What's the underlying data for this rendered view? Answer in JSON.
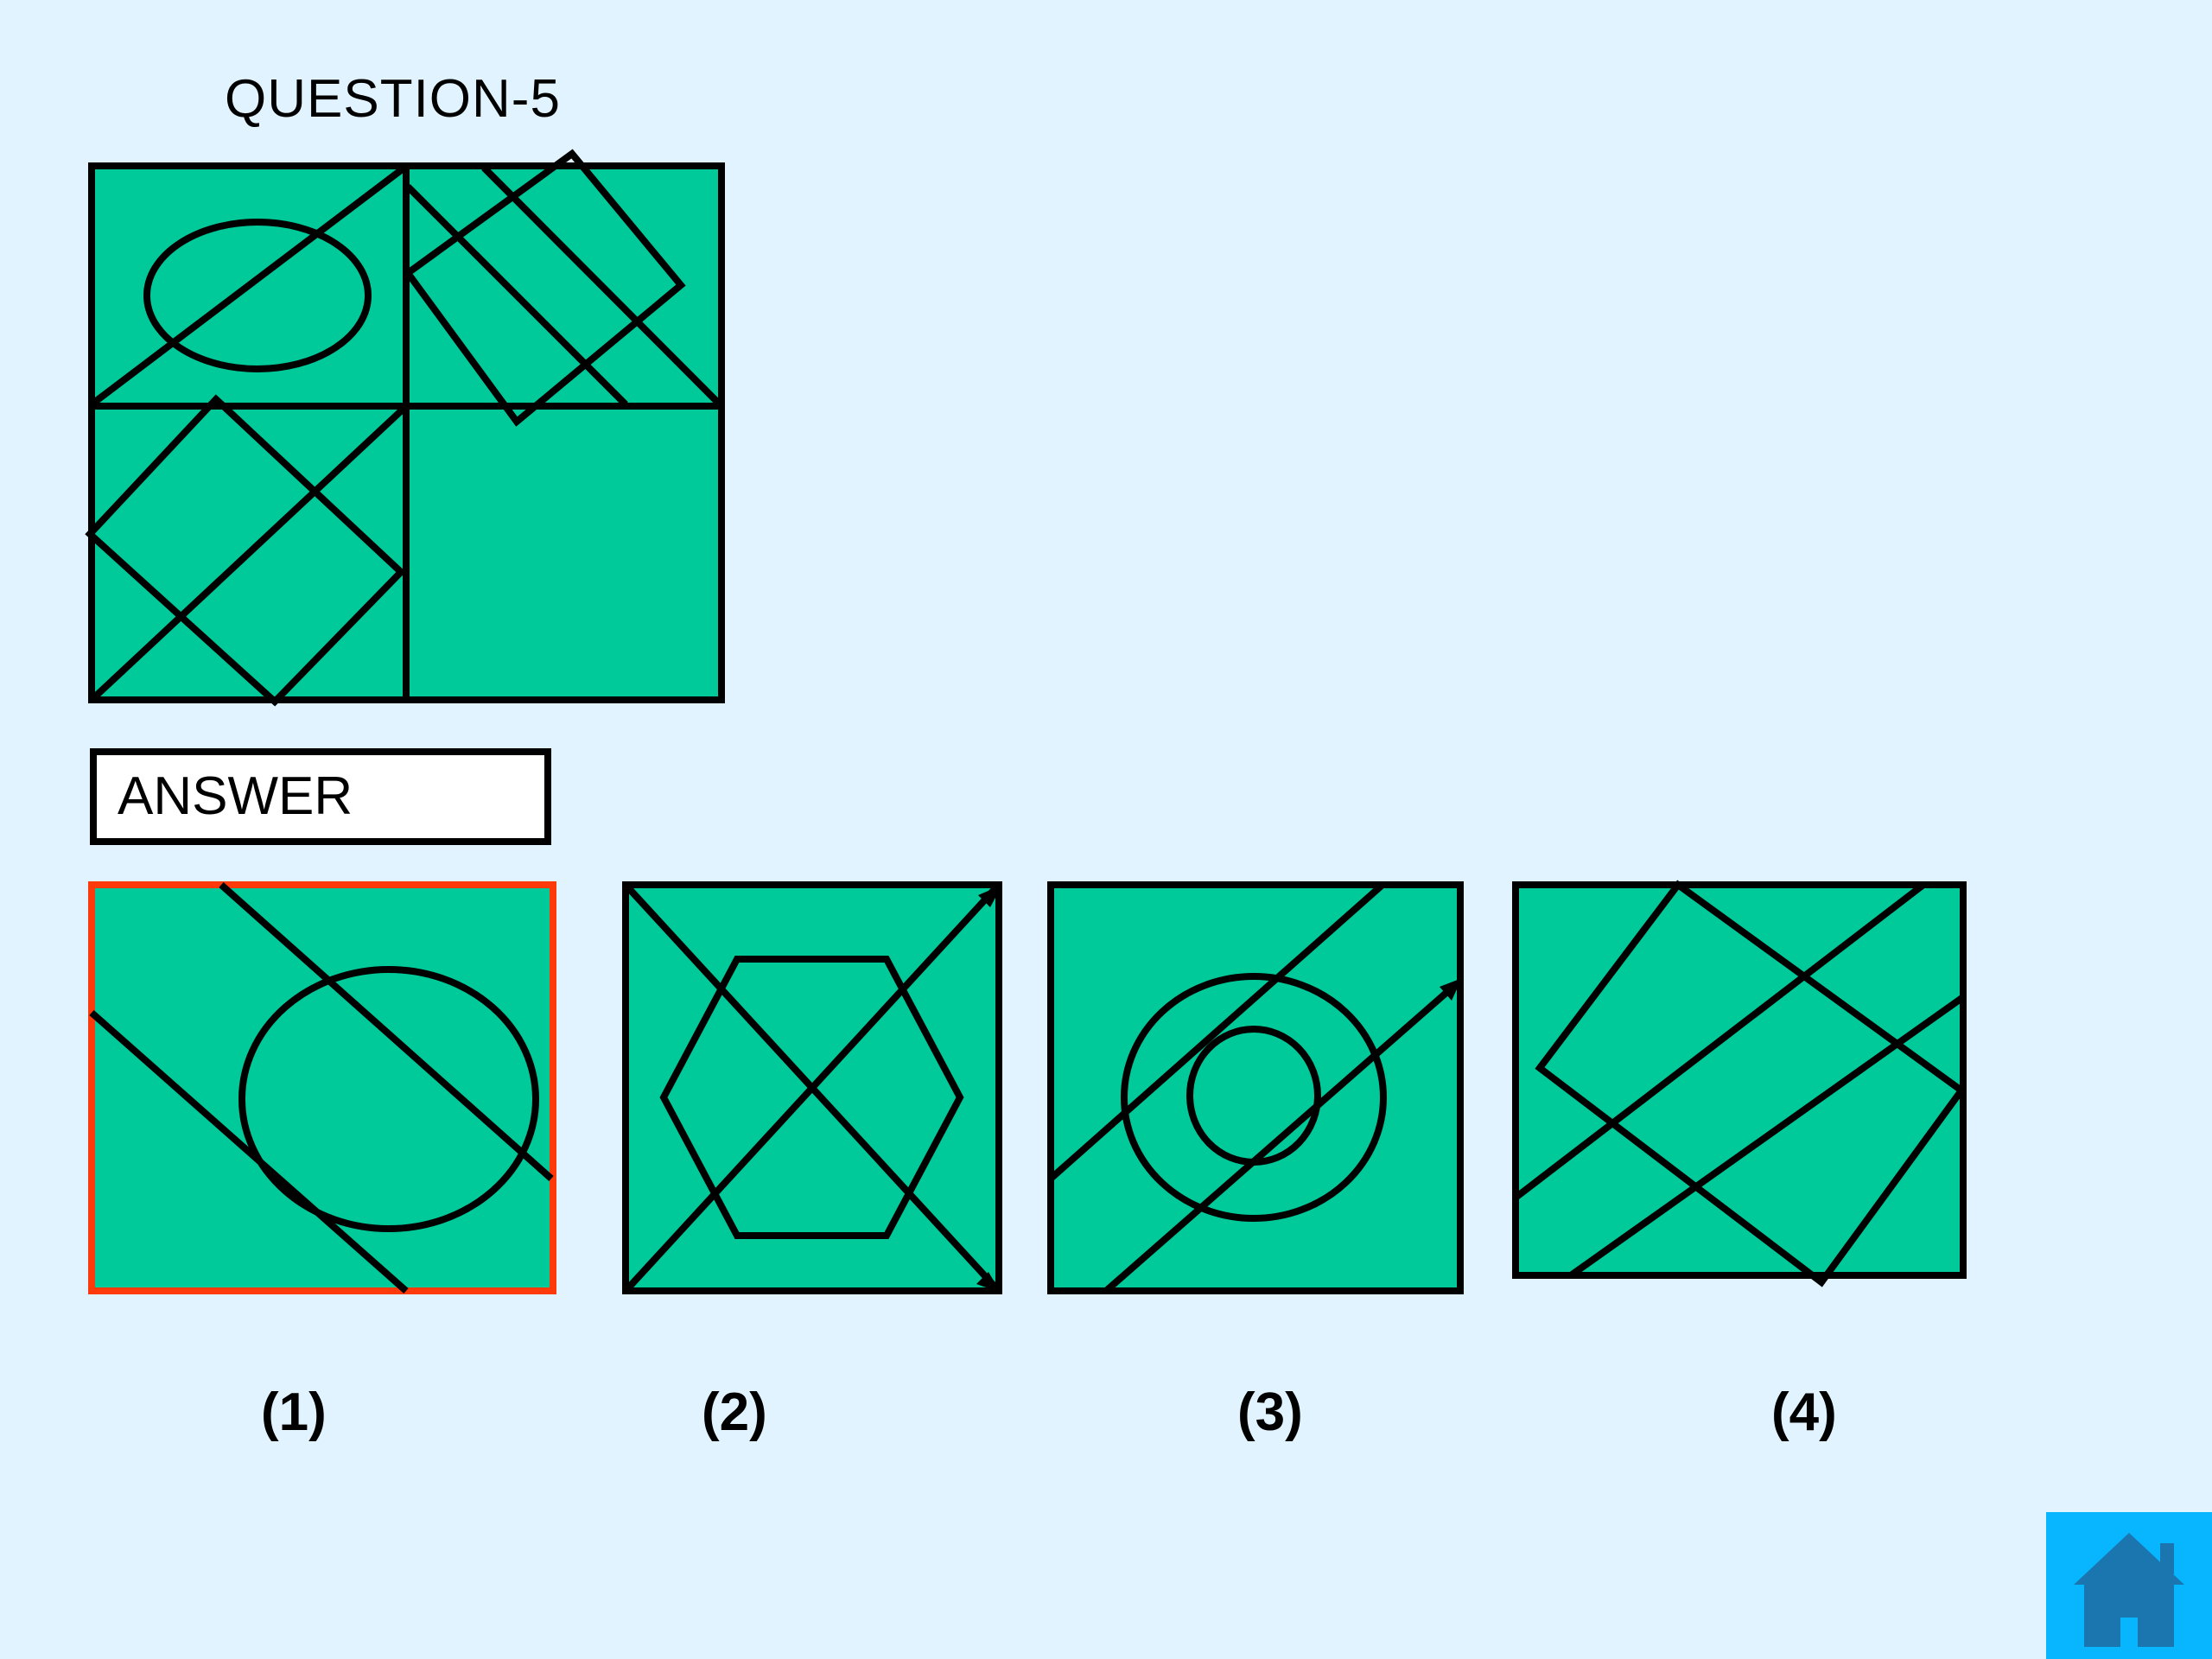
{
  "question": {
    "title": "QUESTION-5"
  },
  "answer": {
    "label": "ANSWER"
  },
  "options": [
    {
      "label": "(1)",
      "selected": true
    },
    {
      "label": "(2)",
      "selected": false
    },
    {
      "label": "(3)",
      "selected": false
    },
    {
      "label": "(4)",
      "selected": false
    }
  ],
  "colors": {
    "background": "#e1f3fe",
    "figure_fill": "#00c99a",
    "stroke": "#000000",
    "selected_border": "#ff3a0a",
    "home_button": "#07b6ff",
    "home_icon": "#1b76b0"
  },
  "icons": {
    "home": "home-icon"
  }
}
